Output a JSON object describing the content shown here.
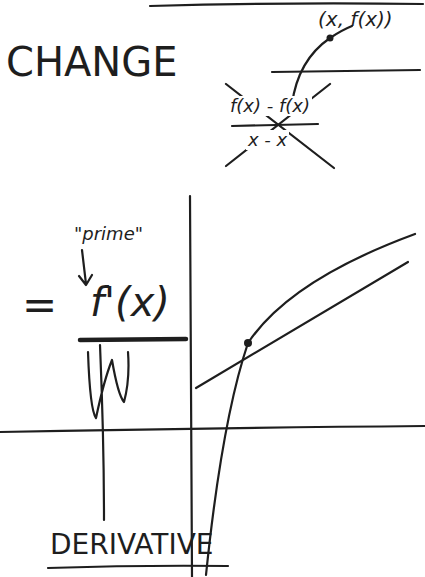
{
  "diagram": {
    "labels": [
      "(x, f(x))",
      "CHANGE",
      "f(x) - f(x)",
      "x - x",
      "\"prime\"",
      "=",
      "f'(x)",
      "DERIVATIVE"
    ]
  }
}
